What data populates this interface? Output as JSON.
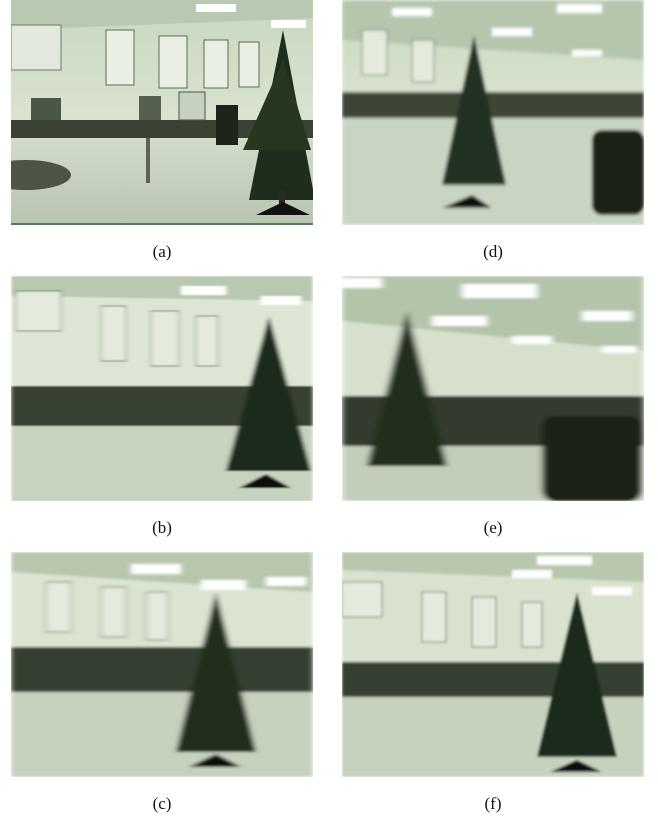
{
  "captions": {
    "a": "(a)",
    "b": "(b)",
    "c": "(c)",
    "d": "(d)",
    "e": "(e)",
    "f": "(f)"
  },
  "colors": {
    "wall": "#d9e3cf",
    "floor": "#c9d4c2",
    "ceiling_light": "#ffffff",
    "desk": "#2e3528",
    "tree": "#1f2d1c",
    "frame_edge": "#4f7f4a"
  }
}
